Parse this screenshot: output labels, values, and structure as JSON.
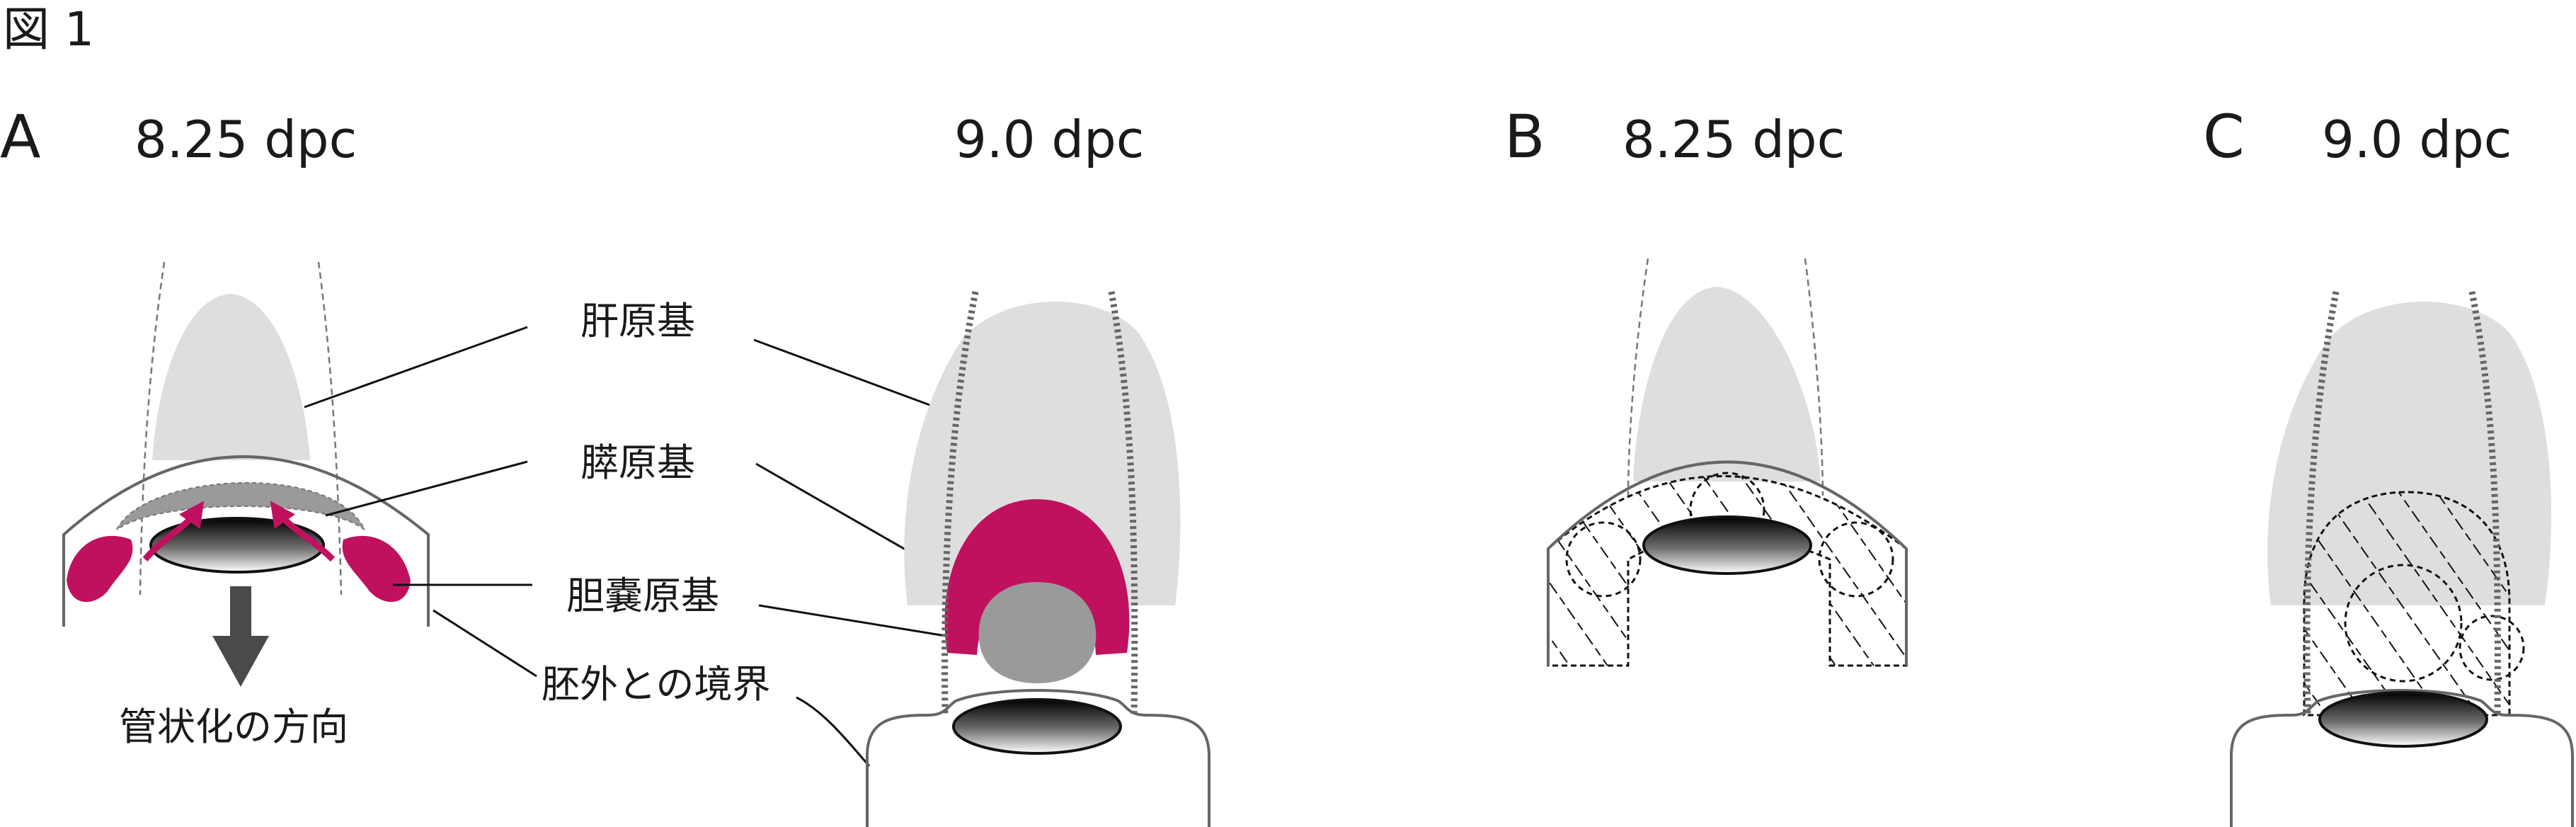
{
  "figure_title": "図 1",
  "panels": {
    "A": {
      "letter": "A",
      "stage_left": "8.25 dpc",
      "stage_right": "9.0 dpc"
    },
    "B": {
      "letter": "B",
      "stage": "8.25 dpc"
    },
    "C": {
      "letter": "C",
      "stage": "9.0 dpc"
    }
  },
  "labels": {
    "liver_bud": "肝原基",
    "pancreas_bud": "膵原基",
    "gallbladder_bud": "胆嚢原基",
    "extraembryonic_boundary": "胚外との境界",
    "tube_direction": "管状化の方向"
  },
  "colors": {
    "liver": "#dedede",
    "pancreas": "#9a9a9a",
    "gallbladder": "#c0115f",
    "arrow": "#4a4a4a",
    "outline": "#555555"
  }
}
